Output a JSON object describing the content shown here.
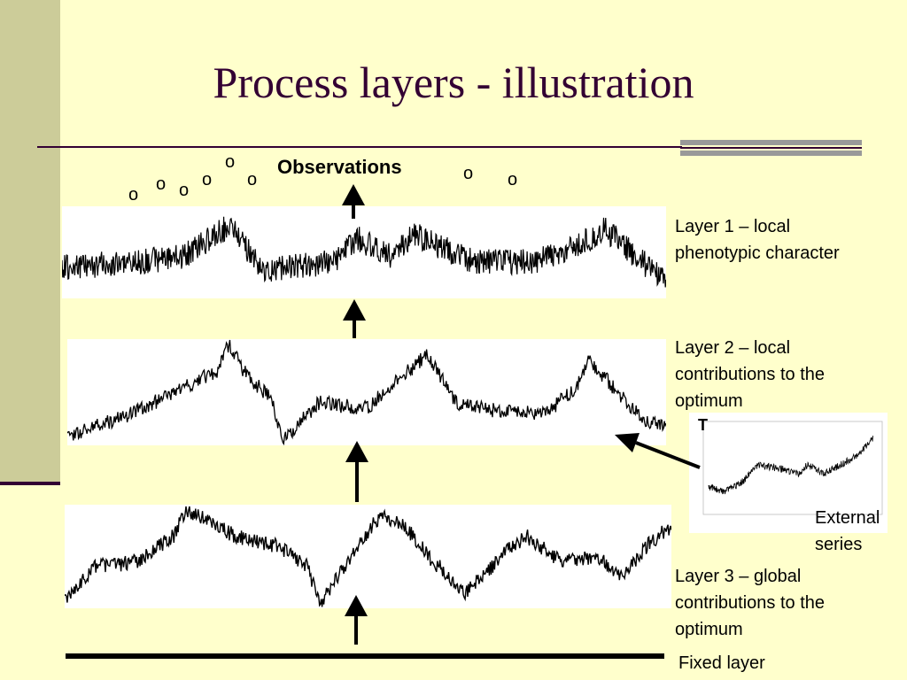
{
  "title": "Process layers - illustration",
  "observations_label": "Observations",
  "observation_marker": "o",
  "layers": {
    "layer1": [
      "Layer 1 – local",
      "phenotypic character"
    ],
    "layer2": [
      "Layer 2 –  local",
      "contributions to the",
      "optimum"
    ],
    "layer3": [
      "Layer 3 –  global",
      "contributions to the",
      "optimum"
    ],
    "fixed": "Fixed layer"
  },
  "external": {
    "label": [
      "External",
      "series"
    ],
    "inset_mark": "T"
  },
  "colors": {
    "background": "#ffffcc",
    "sidebar": "#cccc99",
    "title": "#330033",
    "accent_bars": "#999999",
    "panel": "#ffffff",
    "series": "#000000"
  }
}
